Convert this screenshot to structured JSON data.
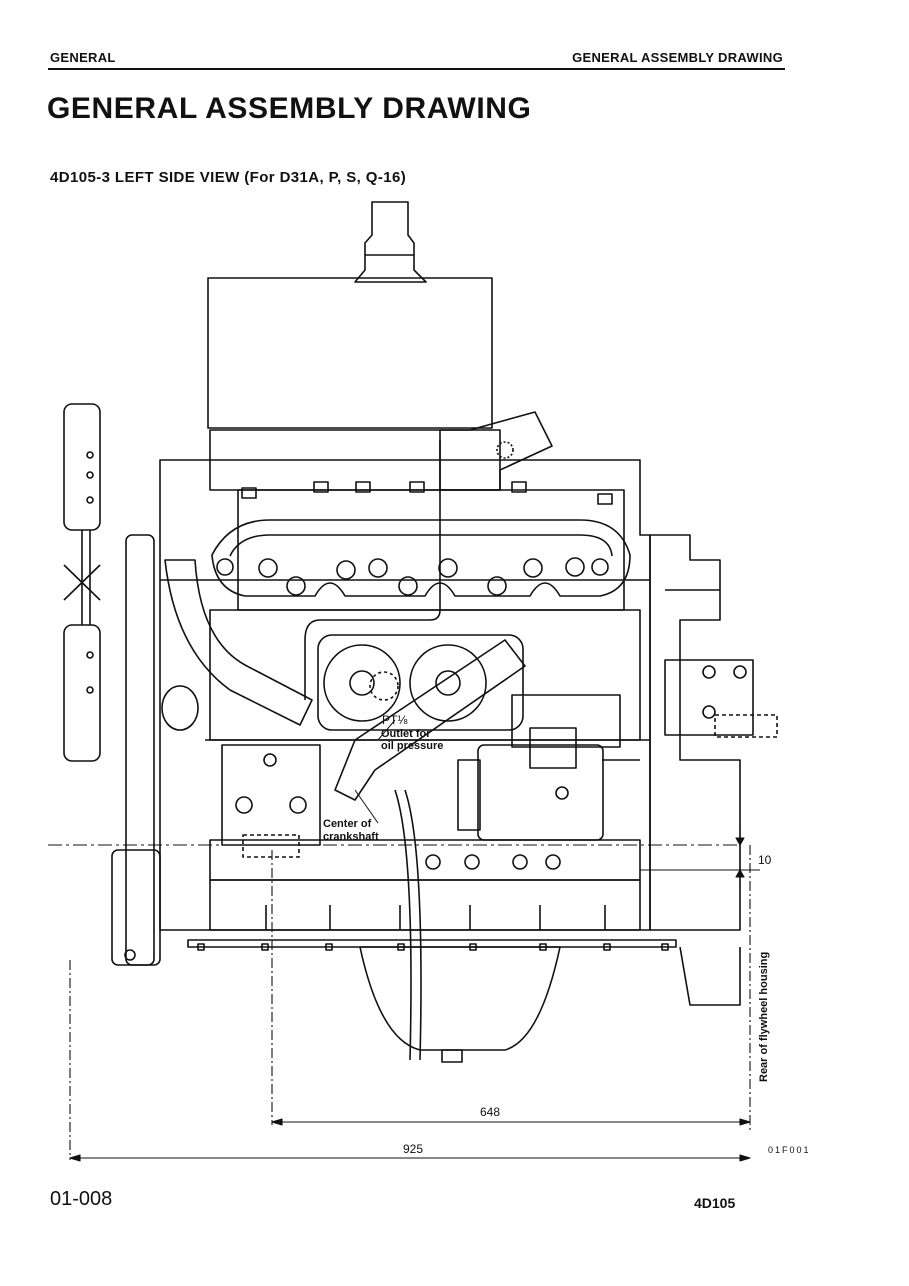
{
  "header": {
    "left": "GENERAL",
    "right": "GENERAL ASSEMBLY DRAWING"
  },
  "title": "GENERAL ASSEMBLY DRAWING",
  "subtitle": "4D105-3 LEFT SIDE VIEW (For D31A, P, S, Q-16)",
  "drawing": {
    "callouts": {
      "pt": "PT⅛",
      "outlet_line1": "Outlet for",
      "outlet_line2": "oil pressure",
      "center_line1": "Center of",
      "center_line2": "crankshaft",
      "rear_flywheel": "Rear of flywheel housing"
    },
    "dimensions": {
      "d10": "10",
      "d648": "648",
      "d925": "925"
    },
    "figure_id": "01F001"
  },
  "footer": {
    "page_number": "01-008",
    "model": "4D105"
  }
}
